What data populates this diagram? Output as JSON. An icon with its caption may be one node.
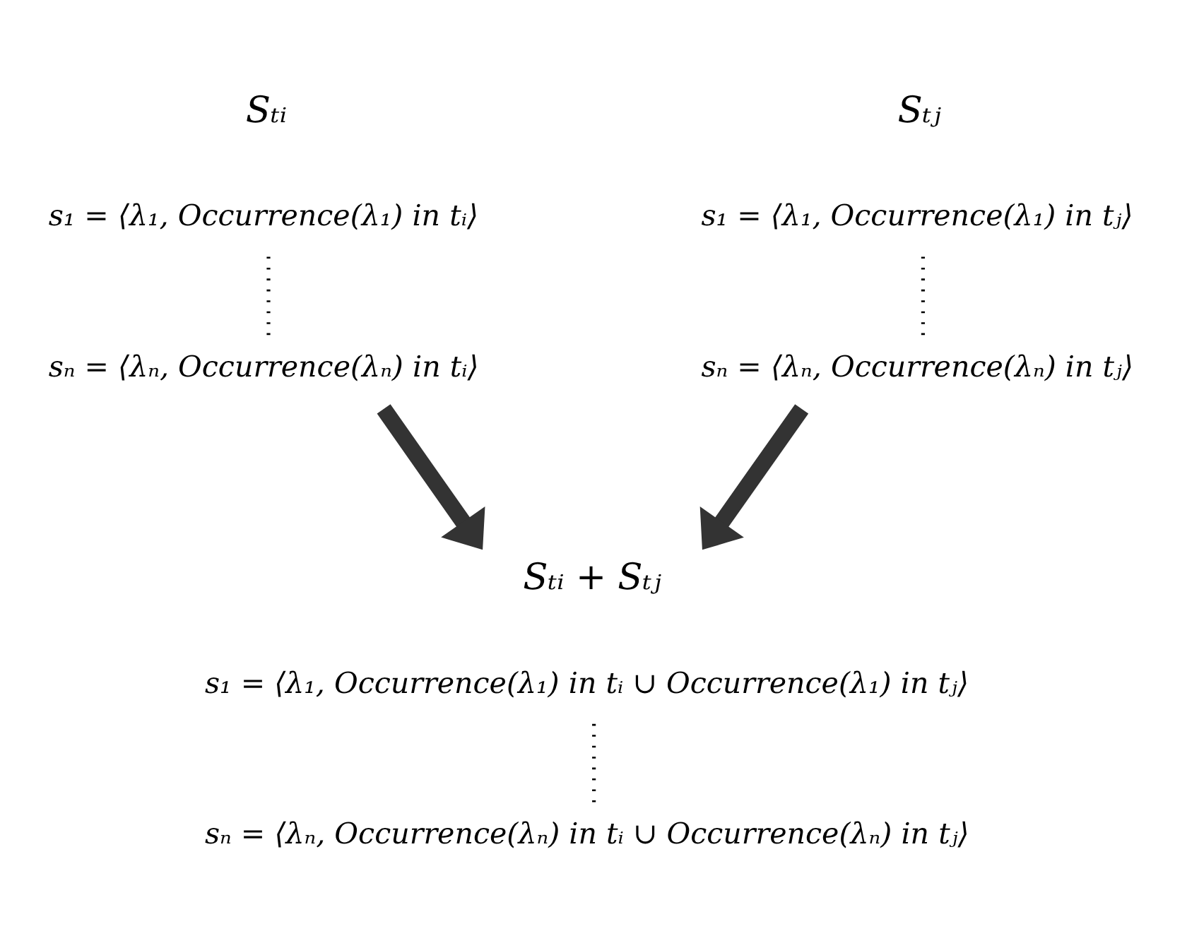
{
  "diagram": {
    "nodes": [
      {
        "text": [
          "Sₜᵢ",
          "s₁ = ⟨λ₁, Occurrence(λ₁) in tᵢ⟩",
          "sₙ = ⟨λₙ, Occurrence(λₙ) in tᵢ⟩"
        ]
      },
      {
        "text": [
          "Sₜⱼ",
          "s₁ = ⟨λ₁, Occurrence(λ₁) in tⱼ⟩",
          "sₙ = ⟨λₙ, Occurrence(λₙ) in tⱼ⟩"
        ]
      },
      {
        "text": [
          "Sₜᵢ + Sₜⱼ",
          "s₁ = ⟨λ₁, Occurrence(λ₁) in tᵢ ∪ Occurrence(λ₁) in tⱼ⟩",
          "sₙ = ⟨λₙ, Occurrence(λₙ) in tᵢ ∪ Occurrence(λₙ) in tⱼ⟩"
        ]
      }
    ],
    "edges": [
      {
        "from": 0,
        "to": 2,
        "arrow": "to"
      },
      {
        "from": 1,
        "to": 2,
        "arrow": "to"
      }
    ]
  }
}
